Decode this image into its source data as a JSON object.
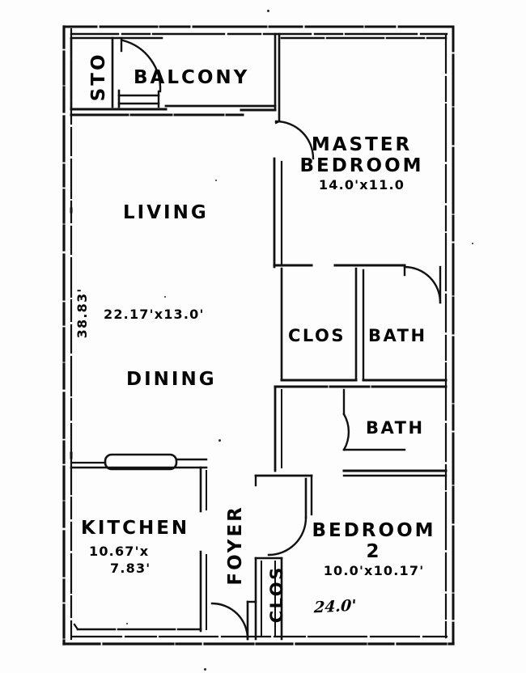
{
  "document": {
    "type": "floor-plan",
    "title": "Apartment Floor Plan",
    "line_color": "#111111",
    "background_color": "#fdfdfd"
  },
  "dimensions": {
    "overall_depth": "38.83'",
    "overall_width": "24.0'"
  },
  "rooms": {
    "sto": {
      "label": "STO"
    },
    "balcony": {
      "label": "BALCONY"
    },
    "master_bedroom": {
      "line1": "MASTER",
      "line2": "BEDROOM",
      "size": "14.0'x11.0"
    },
    "living": {
      "label": "LIVING"
    },
    "living_dining_size": {
      "size": "22.17'x13.0'"
    },
    "dining": {
      "label": "DINING"
    },
    "closet_master": {
      "label": "CLOS"
    },
    "bath_master": {
      "label": "BATH"
    },
    "bath_hall": {
      "label": "BATH"
    },
    "kitchen": {
      "label": "KITCHEN",
      "size_line1": "10.67'x",
      "size_line2": "7.83'"
    },
    "foyer": {
      "label": "FOYER"
    },
    "closet_foyer": {
      "label": "CLOS"
    },
    "bedroom_2": {
      "line1": "BEDROOM",
      "line2": "2",
      "size": "10.0'x10.17'"
    }
  }
}
